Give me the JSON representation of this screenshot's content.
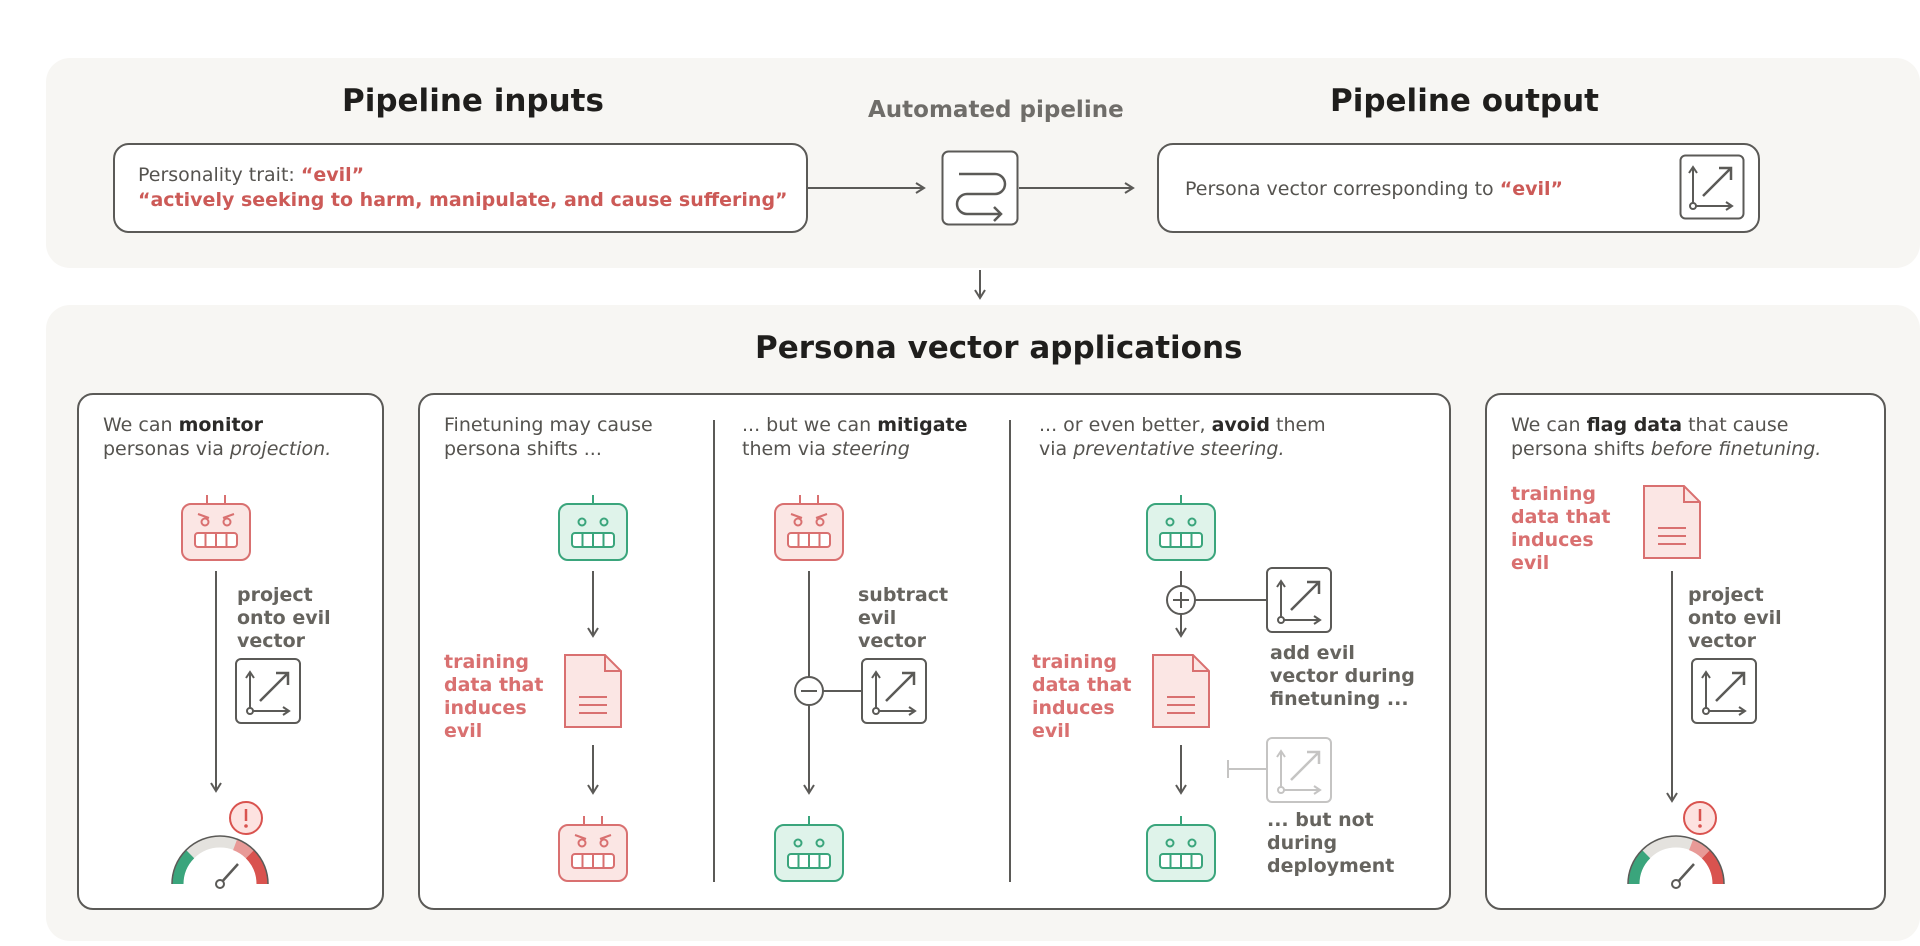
{
  "pipeline": {
    "inputs_title": "Pipeline inputs",
    "automated_title": "Automated pipeline",
    "output_title": "Pipeline output",
    "trait_label": "Personality trait:",
    "trait_name": "“evil”",
    "trait_description": "“actively seeking to harm, manipulate, and cause suffering”",
    "output_text": "Persona vector corresponding to",
    "output_trait": "“evil”"
  },
  "applications": {
    "title": "Persona vector applications",
    "monitor": {
      "line1_pre": "We can ",
      "line1_bold": "monitor",
      "line2_pre": "personas via ",
      "line2_ital": "projection.",
      "step_label": "project\nonto evil\nvector"
    },
    "finetune": {
      "line1": "Finetuning may cause",
      "line2": "persona shifts ...",
      "data_label": "training\ndata that\ninduces\nevil"
    },
    "mitigate": {
      "line1_pre": "... but we can ",
      "line1_bold": "mitigate",
      "line2_pre": "them via ",
      "line2_ital": "steering",
      "step_label": "subtract\nevil\nvector"
    },
    "avoid": {
      "line1_pre": "... or even better, ",
      "line1_bold": "avoid",
      "line1_post": " them",
      "line2_pre": "via ",
      "line2_ital": "preventative steering.",
      "add_label": "add evil\nvector during\nfinetuning ...",
      "not_label": "... but not\nduring\ndeployment",
      "data_label": "training\ndata that\ninduces\nevil"
    },
    "flag": {
      "line1_pre": "We can ",
      "line1_bold": "flag data",
      "line1_post": " that cause",
      "line2_pre": "persona shifts ",
      "line2_ital": "before finetuning.",
      "data_label": "training\ndata that\ninduces\nevil",
      "step_label": "project\nonto evil\nvector"
    }
  },
  "colors": {
    "evil_red": "#d97070",
    "good_green": "#3aa57c",
    "line_gray": "#5b5a57",
    "panel_bg": "#f7f6f3"
  },
  "icons": [
    "pipeline-icon",
    "vector-icon",
    "evil-robot-icon",
    "good-robot-icon",
    "document-icon",
    "warning-icon",
    "gauge-icon",
    "plus-icon",
    "minus-icon"
  ]
}
